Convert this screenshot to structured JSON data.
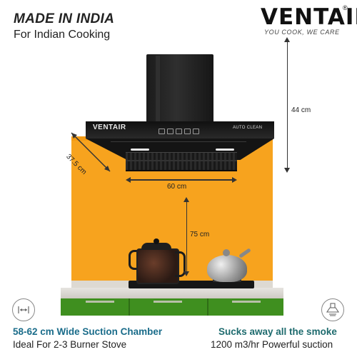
{
  "header": {
    "headline": "MADE IN INDIA",
    "subheadline": "For Indian Cooking"
  },
  "brand": {
    "name": "VENTAIR",
    "registered": "®",
    "tagline": "YOU COOK, WE CARE"
  },
  "product": {
    "panel_brand": "VENTAIR",
    "panel_feature": "AUTO CLEAN"
  },
  "dimensions": {
    "height": "44 cm",
    "depth": "37.5 cm",
    "width": "60 cm",
    "clearance": "75 cm"
  },
  "features": [
    {
      "icon": "width-arrows-icon",
      "title": "58-62 cm Wide Suction Chamber",
      "detail": "Ideal For 2-3 Burner Stove"
    },
    {
      "icon": "hood-suction-icon",
      "title": "Sucks away all the smoke",
      "detail": "1200 m3/hr Powerful suction"
    }
  ],
  "colors": {
    "wall": "#f7a31e",
    "cabinet": "#3f8f1f",
    "left_caption": "#1a6c8a",
    "right_caption": "#1e6b6e"
  }
}
